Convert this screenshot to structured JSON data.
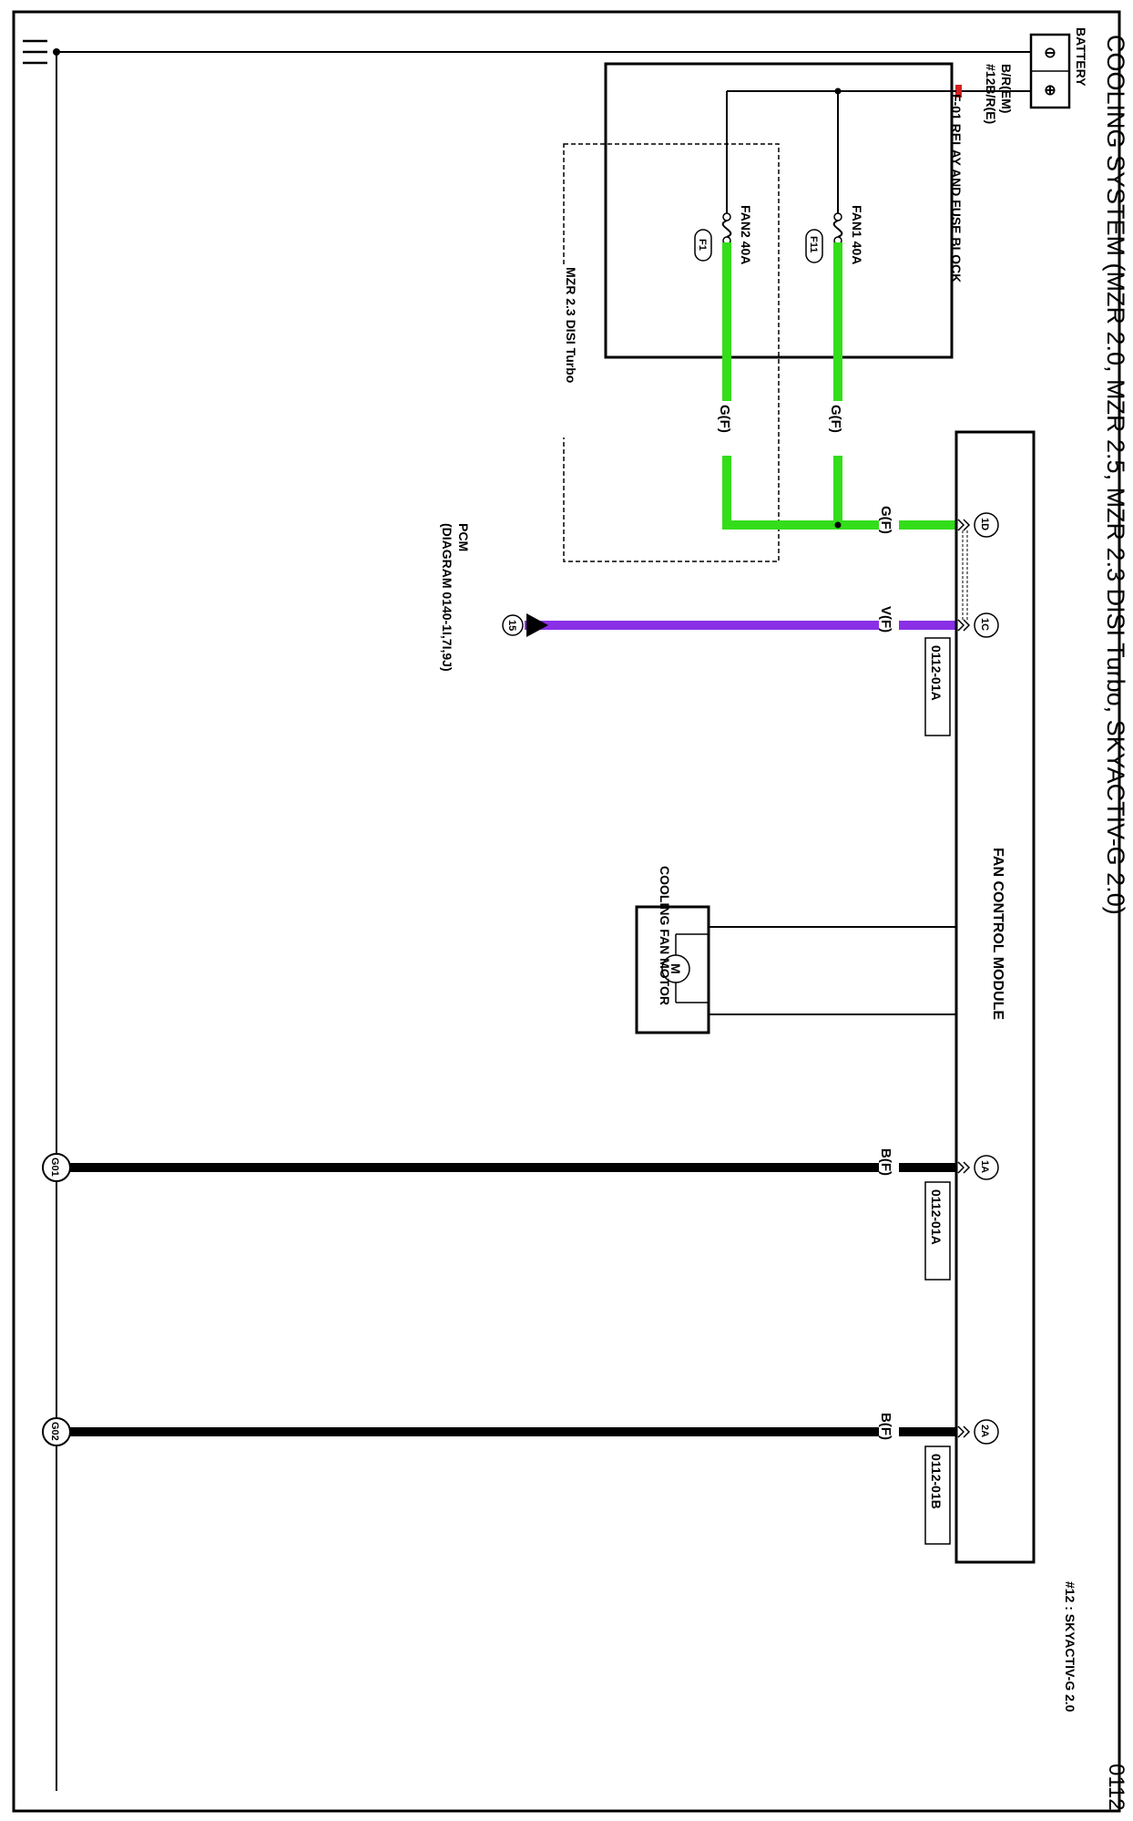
{
  "diagram": {
    "title": "COOLING SYSTEM (MZR 2.0, MZR 2.5, MZR 2.3 DISI Turbo, SKYACTIV-G 2.0)",
    "page_number": "0112",
    "footnote": "#12 : SKYACTIV-G 2.0",
    "battery": {
      "label": "BATTERY",
      "minus_symbol": "⊖",
      "plus_symbol": "⊕",
      "wire_lines": [
        "B/R(EM)",
        "#12B/R(E)"
      ]
    },
    "relay_block": {
      "label": "F-01  RELAY AND FUSE BLOCK",
      "fan1_label": "FAN1 40A",
      "fan1_id": "F11",
      "fan2_label": "FAN2 40A",
      "fan2_id": "F1"
    },
    "variant_box": {
      "label": "MZR 2.3 DISI Turbo"
    },
    "fan_control_module": {
      "label": "FAN CONTROL MODULE"
    },
    "motor": {
      "label": "COOLING FAN MOTOR",
      "symbol": "M"
    },
    "pcm": {
      "line1": "PCM",
      "line2": "(DIAGRAM 0140-1I,7I,9J)",
      "pin": "15"
    },
    "wires": {
      "fan1_color": "G(F)",
      "fan2_color": "G(F)",
      "pin1d_color": "G(F)",
      "pin1c_color": "V(F)",
      "pin1a_color": "B(F)",
      "pin2a_color": "B(F)"
    },
    "pins": {
      "p1d": "1D",
      "p1c": "1C",
      "p1a": "1A",
      "p2a": "2A"
    },
    "connectors": {
      "c1": "0112-01A",
      "c2": "0112-01A",
      "c3": "0112-01B"
    },
    "grounds": {
      "g1": "G01",
      "g2": "G02"
    },
    "colors": {
      "green_wire": "#33dd1a",
      "violet_wire": "#8a30e6",
      "black_wire": "#000000",
      "red_terminal": "#d42020"
    }
  }
}
